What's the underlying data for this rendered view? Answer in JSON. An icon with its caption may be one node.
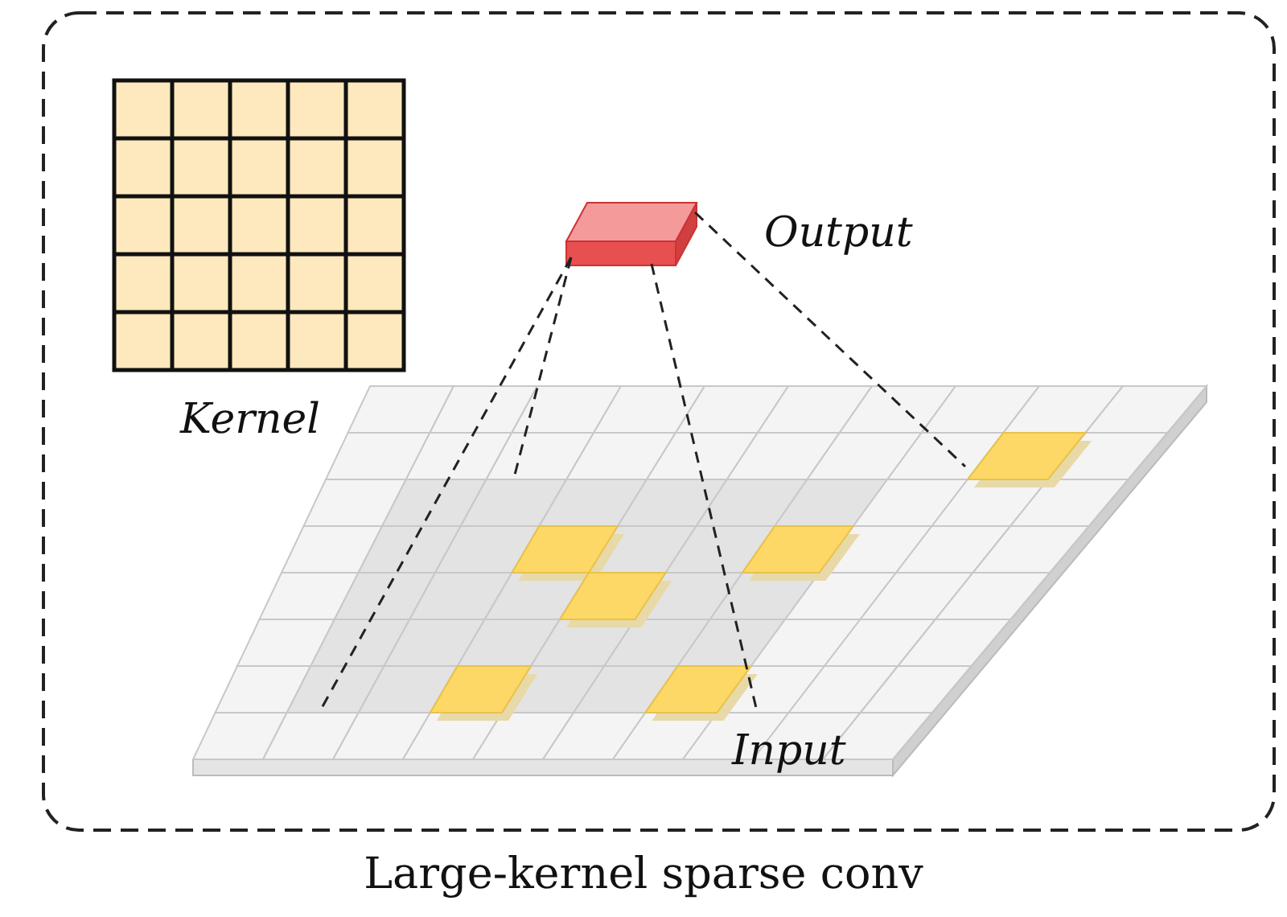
{
  "diagram": {
    "caption": "Large-kernel sparse conv",
    "labels": [
      "Kernel",
      "Output",
      "Input"
    ]
  }
}
